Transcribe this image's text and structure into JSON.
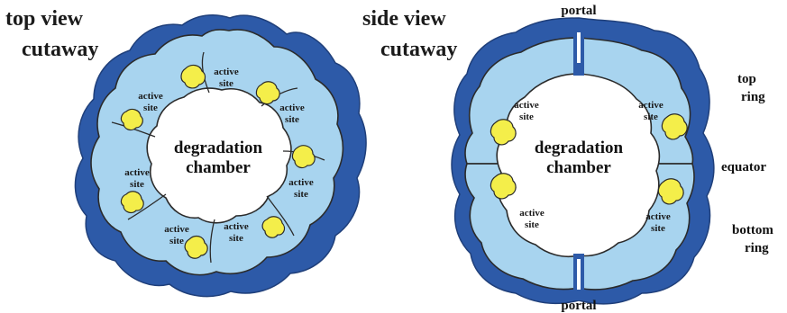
{
  "colors": {
    "outer": "#2d5aa8",
    "inner": "#a8d4ef",
    "active": "#f4ee4a",
    "outline": "#2b2b2b",
    "background": "#ffffff"
  },
  "top_view": {
    "title_line1": "top view",
    "title_line2": "cutaway",
    "chamber_line1": "degradation",
    "chamber_line2": "chamber",
    "site_word1": "active",
    "site_word2": "site"
  },
  "side_view": {
    "title_line1": "side view",
    "title_line2": "cutaway",
    "chamber_line1": "degradation",
    "chamber_line2": "chamber",
    "site_word1": "active",
    "site_word2": "site",
    "portal_top": "portal",
    "portal_bottom": "portal",
    "top_ring_line1": "top",
    "top_ring_line2": "ring",
    "equator": "equator",
    "bottom_ring_line1": "bottom",
    "bottom_ring_line2": "ring"
  }
}
